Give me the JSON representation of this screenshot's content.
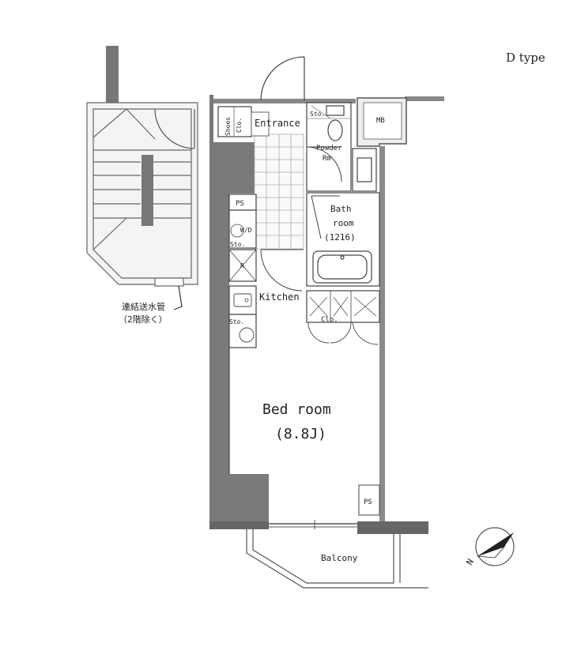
{
  "plan": {
    "type_label": "D type",
    "rooms": {
      "bedroom": "Bed room",
      "bedroom_size": "(8.8J)",
      "entrance": "Entrance",
      "kitchen": "Kitchen",
      "bath": "Bath",
      "bath_room": "room",
      "bath_size": "(1216)",
      "powder": "Powder",
      "powder_rm": "Rm",
      "balcony": "Balcony"
    },
    "fixtures": {
      "shoes": "Shoes",
      "shoes_clo": "Clo.",
      "mb": "MB",
      "ps_top": "PS",
      "ps_bottom": "PS",
      "wd": "W/D",
      "sto_left": "Sto.",
      "sto_kitchen": "Sto.",
      "sto_top": "Sto.",
      "r": "R",
      "clo": "Clo."
    },
    "annotation": {
      "line1": "連結送水管",
      "line2": "（2階除く）"
    },
    "compass": {
      "letter": "N"
    }
  }
}
